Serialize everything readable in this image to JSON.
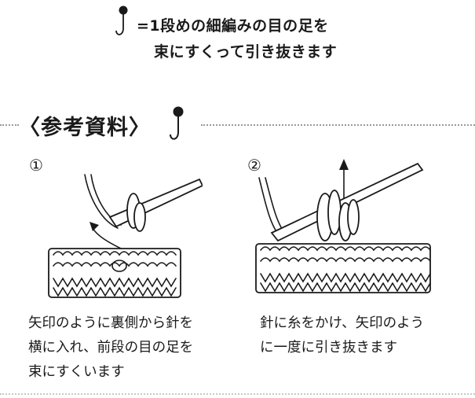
{
  "legend": {
    "line1": "=1段めの細編みの目の足を",
    "line2": "束にすくって引き抜きます",
    "symbol_icon": "slip-stitch-hook-symbol"
  },
  "heading": {
    "title": "〈参考資料〉",
    "symbol_icon": "slip-stitch-hook-symbol"
  },
  "steps": [
    {
      "number": "①",
      "caption_lines": [
        "矢印のように裏側から針を",
        "横に入れ、前段の目の足を",
        "束にすくいます"
      ]
    },
    {
      "number": "②",
      "caption_lines": [
        "針に糸をかけ、矢印のよう",
        "に一度に引き抜きます"
      ]
    }
  ]
}
